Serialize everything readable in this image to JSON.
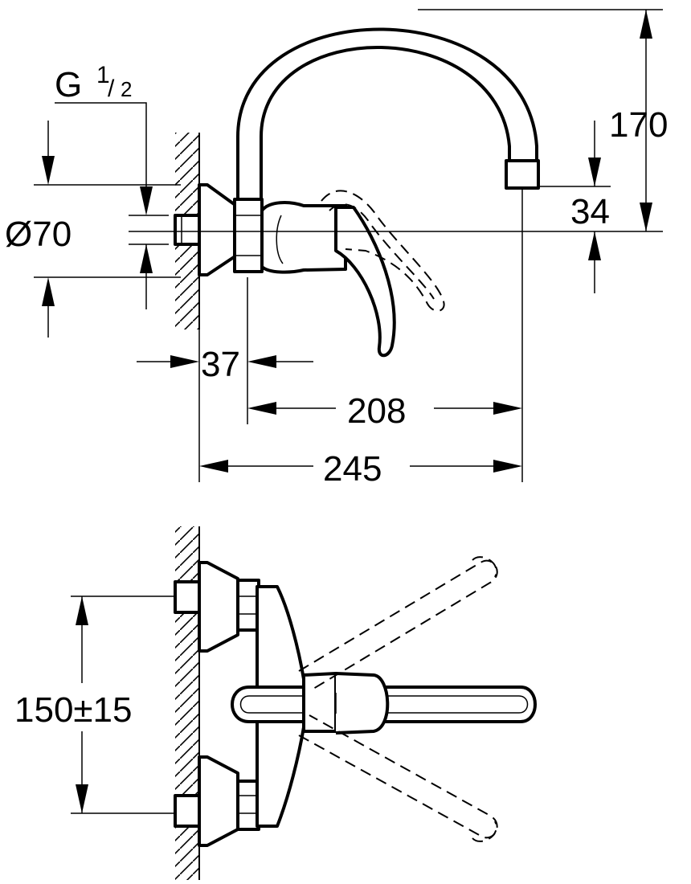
{
  "dimensions": {
    "thread": {
      "base": "G",
      "numerator": "1",
      "slash": "/",
      "denominator": "2"
    },
    "diameter": "Ø70",
    "height_spout": "170",
    "height_outlet": "34",
    "projection_body": "37",
    "spout_reach": "208",
    "total_reach": "245",
    "centre_distance": "150±15"
  }
}
